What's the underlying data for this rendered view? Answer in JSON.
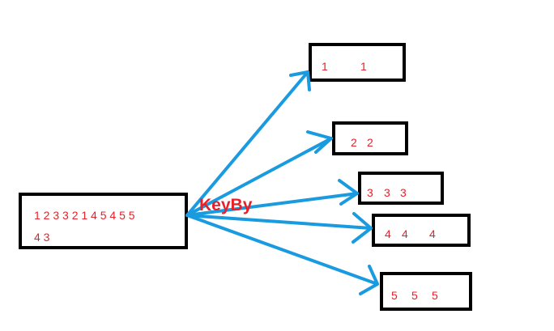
{
  "operator_label": "KeyBy",
  "source": {
    "line1": "1 2 3 3 2 1 4 5 4 5 5",
    "line2": "4 3"
  },
  "partitions": [
    {
      "key": "1",
      "values": [
        "1",
        "1"
      ]
    },
    {
      "key": "2",
      "values": [
        "2",
        "2"
      ]
    },
    {
      "key": "3",
      "values": [
        "3",
        "3",
        "3"
      ]
    },
    {
      "key": "4",
      "values": [
        "4",
        "4",
        "4"
      ]
    },
    {
      "key": "5",
      "values": [
        "5",
        "5",
        "5"
      ]
    }
  ],
  "colors": {
    "text": "#e8202a",
    "arrow": "#1a9be0",
    "box_border": "#000000"
  }
}
